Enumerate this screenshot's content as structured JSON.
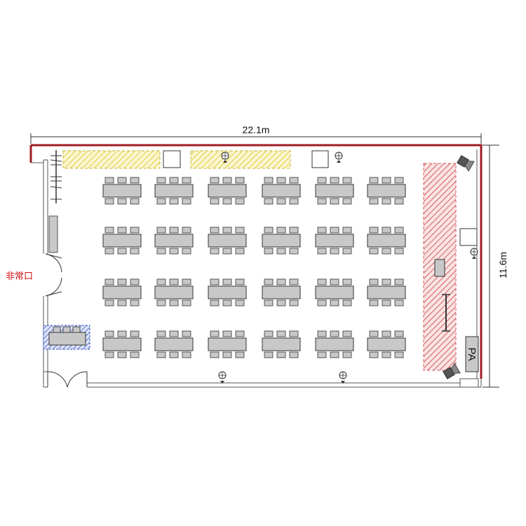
{
  "plan": {
    "width_label": "22.1m",
    "height_label": "11.6m",
    "exit_label": "非常口",
    "pa_label": "PA"
  },
  "colors": {
    "wall_highlight": "#a01c24",
    "wall": "#555555",
    "table_fill": "#c8c8c8",
    "hatch_yellow": "#e8d84a",
    "hatch_red": "#d04040",
    "hatch_blue": "#3050c0",
    "exit_text": "#d01010"
  },
  "layout": {
    "table_rows": 4,
    "table_cols": 6,
    "chairs_per_side": 3
  }
}
